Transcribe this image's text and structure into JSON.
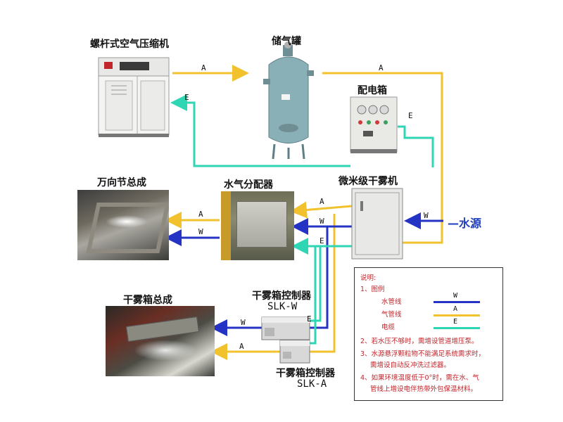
{
  "labels": {
    "compressor": "螺杆式空气压缩机",
    "tank": "储气罐",
    "cabinet": "配电箱",
    "fogger": "微米级干雾机",
    "universal": "万向节总成",
    "distributor": "水气分配器",
    "fogbox": "干雾箱总成",
    "ctrl_w": "干雾箱控制器",
    "ctrl_w_model": "SLK-W",
    "ctrl_a": "干雾箱控制器",
    "ctrl_a_model": "SLK-A",
    "water_source": "水源"
  },
  "wire_letters": {
    "air": "A",
    "water": "W",
    "electric": "E"
  },
  "legend": {
    "title": "说明:",
    "item1": "1、图例",
    "water_line": "水管线",
    "air_line": "气管线",
    "cable": "电缆",
    "note2": "2、若水压不够时，需增设管道增压泵。",
    "note3a": "3、水源悬浮颗粒物不能满足系统需求时，",
    "note3b": "需增设自动反冲洗过滤器。",
    "note4a": "4、如果环境温度低于0°时，需在水、气",
    "note4b": "管线上增设电伴热带外包保温材料。"
  },
  "colors": {
    "air": "#f2c12e",
    "water": "#2433c4",
    "electric": "#2fd6b4",
    "legend_text": "#c0262c"
  },
  "icons": [
    "compressor-icon",
    "tank-icon",
    "cabinet-icon",
    "fogger-icon",
    "universal-joint-photo",
    "distributor-photo",
    "fogbox-photo",
    "controller-icon"
  ]
}
